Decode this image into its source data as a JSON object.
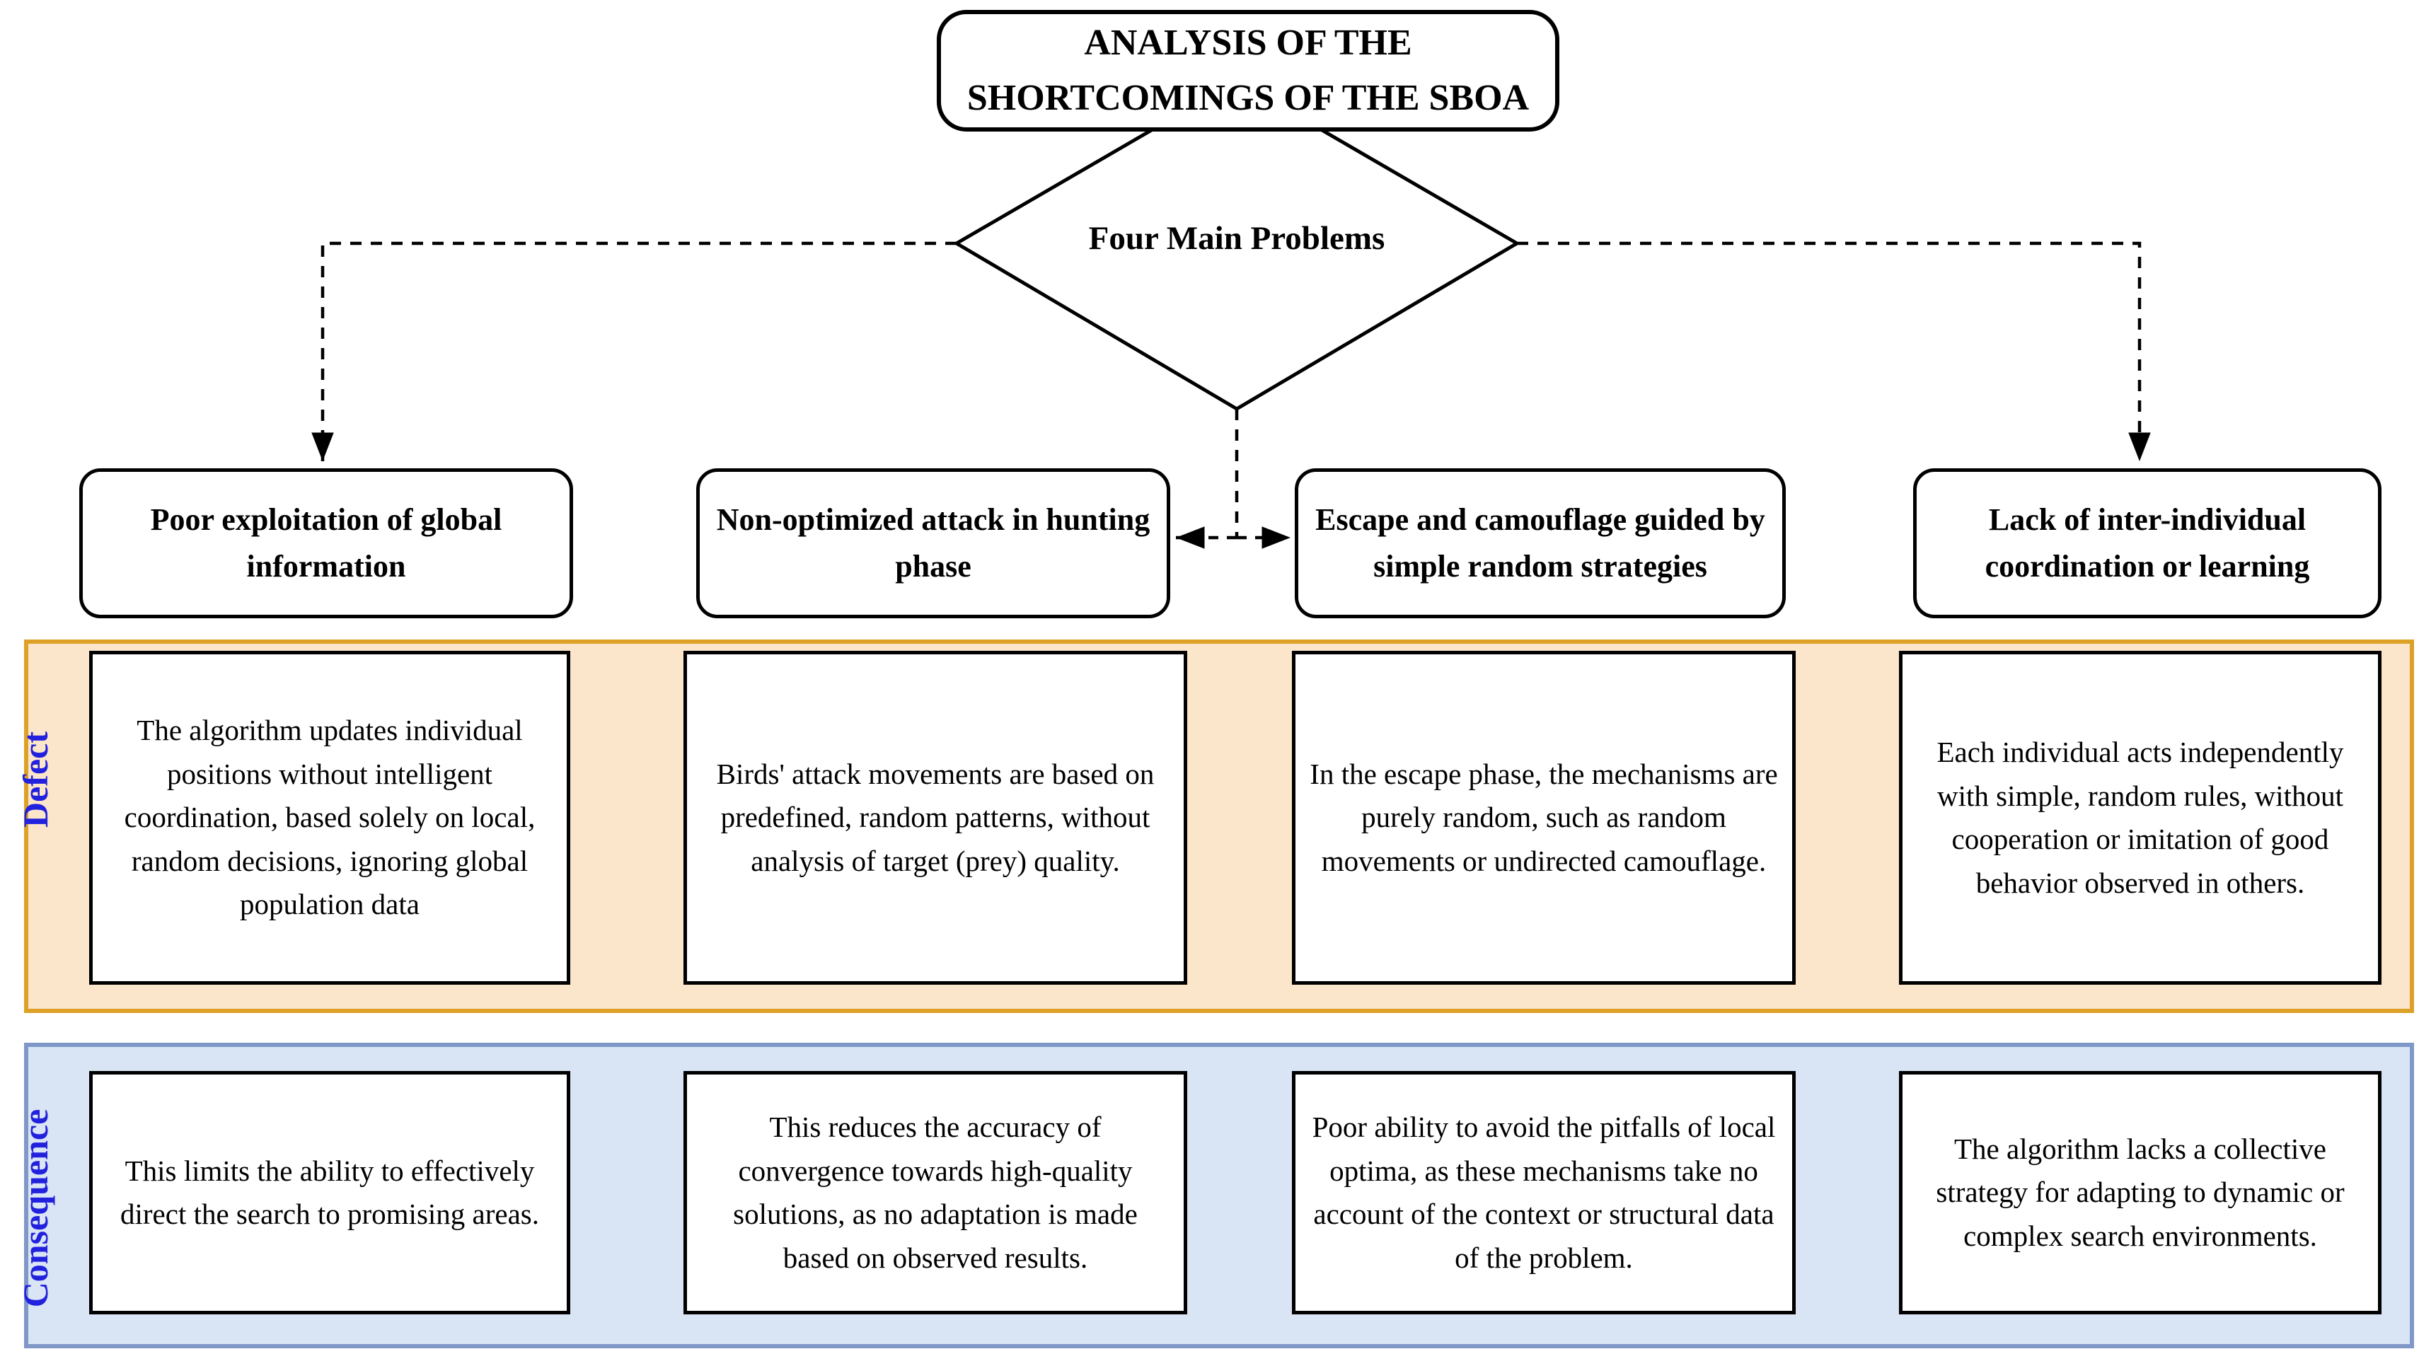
{
  "title": "ANALYSIS OF THE SHORTCOMINGS OF THE SBOA",
  "decision_label": "Four Main Problems",
  "row_labels": {
    "defect": "Defect",
    "consequence": "Consequence"
  },
  "problems": [
    {
      "heading": "Poor exploitation of global information",
      "defect": "The algorithm updates individual positions without intelligent coordination, based solely on local, random decisions, ignoring global population data",
      "consequence": "This limits the ability to effectively direct the search to promising areas."
    },
    {
      "heading": "Non-optimized attack in hunting phase",
      "defect": "Birds' attack movements are based on predefined, random patterns, without analysis of target (prey) quality.",
      "consequence": "This reduces the accuracy of convergence towards high-quality solutions, as no adaptation is made based on observed results."
    },
    {
      "heading": "Escape and camouflage guided by simple random strategies",
      "defect": "In the escape phase, the mechanisms are purely random, such as random movements or undirected camouflage.",
      "consequence": "Poor ability to avoid the pitfalls of local optima, as these mechanisms take no account of the context or structural data of the problem."
    },
    {
      "heading": "Lack of inter-individual coordination or learning",
      "defect": "Each individual acts independently with simple, random rules, without cooperation or imitation of good behavior observed in others.",
      "consequence": "The algorithm lacks a collective strategy for adapting to dynamic or complex search environments."
    }
  ],
  "colors": {
    "defect_fill": "#FBE5CB",
    "defect_border": "#DDA127",
    "consequence_fill": "#D9E4F5",
    "consequence_border": "#8098C8",
    "label_blue": "#2121DE",
    "line_black": "#000000"
  }
}
